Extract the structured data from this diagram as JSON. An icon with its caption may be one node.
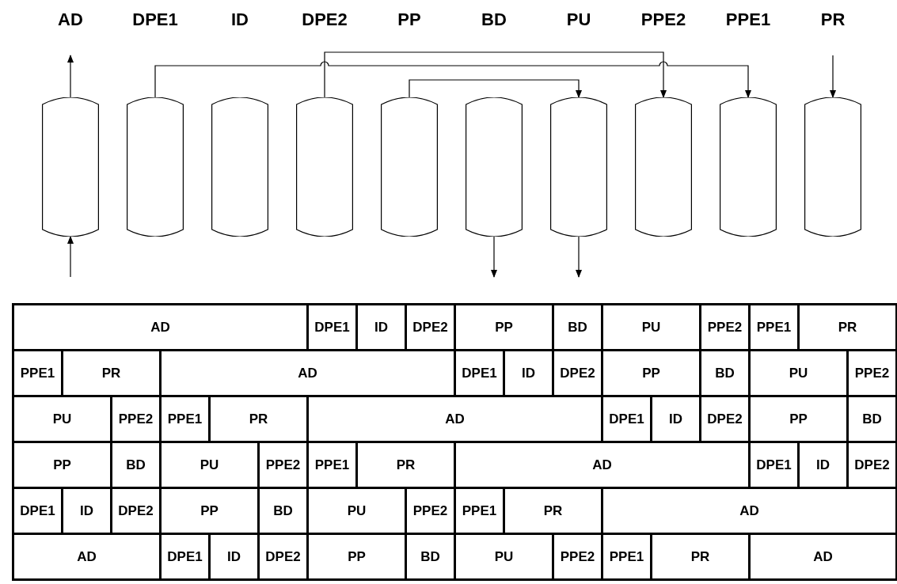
{
  "diagram": {
    "nodes": [
      {
        "text": [
          "AD"
        ]
      },
      {
        "text": [
          "DPE1"
        ]
      },
      {
        "text": [
          "ID"
        ]
      },
      {
        "text": [
          "DPE2"
        ]
      },
      {
        "text": [
          "PP"
        ]
      },
      {
        "text": [
          "BD"
        ]
      },
      {
        "text": [
          "PU"
        ]
      },
      {
        "text": [
          "PPE2"
        ]
      },
      {
        "text": [
          "PPE1"
        ]
      },
      {
        "text": [
          "PR"
        ]
      }
    ],
    "edges": [
      {
        "from": 0,
        "to": null,
        "arrow": "to"
      },
      {
        "from": null,
        "to": 0,
        "arrow": "to"
      },
      {
        "from": 1,
        "to": 8,
        "arrow": "to"
      },
      {
        "from": 3,
        "to": 7,
        "arrow": "to"
      },
      {
        "from": 4,
        "to": 6,
        "arrow": "to"
      },
      {
        "from": 5,
        "to": null,
        "arrow": "to"
      },
      {
        "from": 6,
        "to": null,
        "arrow": "to"
      },
      {
        "from": null,
        "to": 9,
        "arrow": "to"
      }
    ],
    "labels": [
      "AD",
      "DPE1",
      "ID",
      "DPE2",
      "PP",
      "BD",
      "PU",
      "PPE2",
      "PPE1",
      "PR",
      "PPE1",
      "PR",
      "AD",
      "DPE1",
      "ID",
      "DPE2",
      "PP",
      "BD",
      "PU",
      "PPE2",
      "PU",
      "PPE2",
      "PPE1",
      "PR",
      "AD",
      "DPE1",
      "ID",
      "DPE2",
      "PP",
      "BD",
      "PP",
      "BD",
      "PU",
      "PPE2",
      "PPE1",
      "PR",
      "AD",
      "DPE1",
      "ID",
      "DPE2",
      "DPE1",
      "ID",
      "DPE2",
      "PP",
      "BD",
      "PU",
      "PPE2",
      "PPE1",
      "PR",
      "AD",
      "AD",
      "DPE1",
      "ID",
      "DPE2",
      "PP",
      "BD",
      "PU",
      "PPE2",
      "PPE1",
      "PR",
      "AD"
    ]
  }
}
